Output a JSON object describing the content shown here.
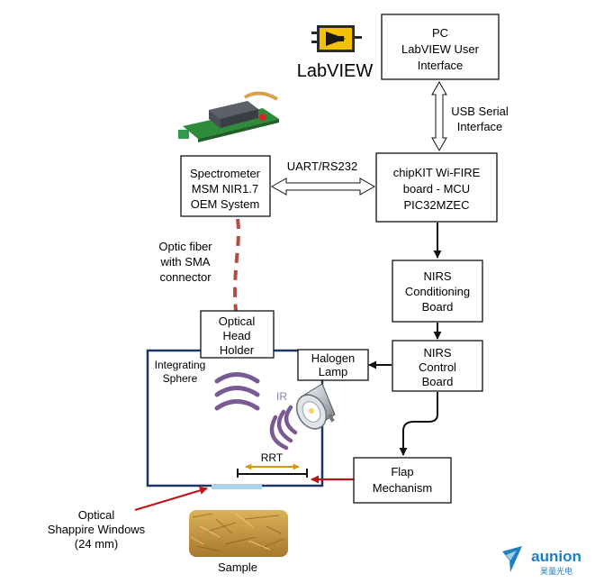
{
  "labview": {
    "logo_text": "LabVIEW",
    "icon": "labview-logo-icon"
  },
  "boxes": {
    "pc": [
      "PC",
      "LabVIEW User",
      "Interface"
    ],
    "mcu": [
      "chipKIT Wi-FIRE",
      "board - MCU",
      "PIC32MZEC"
    ],
    "spectrometer": [
      "Spectrometer",
      "MSM NIR1.7",
      "OEM System"
    ],
    "conditioning": [
      "NIRS",
      "Conditioning",
      "Board"
    ],
    "control": [
      "NIRS",
      "Control",
      "Board"
    ],
    "head_holder": [
      "Optical",
      "Head",
      "Holder"
    ],
    "halogen": [
      "Halogen",
      "Lamp"
    ],
    "flap": [
      "Flap",
      "Mechanism"
    ]
  },
  "labels": {
    "usb": [
      "USB Serial",
      "Interface"
    ],
    "uart": "UART/RS232",
    "fiber": [
      "Optic fiber",
      "with SMA",
      "connector"
    ],
    "sphere": [
      "Integrating",
      "Sphere"
    ],
    "ir": "IR",
    "rrt": "RRT",
    "window": [
      "Optical",
      "Shappire Windows",
      "(24 mm)"
    ],
    "sample": "Sample"
  },
  "brand": {
    "name": "aunion",
    "sub": "昊量光电",
    "icon": "aunion-logo-icon"
  },
  "colors": {
    "sphere_outline": "#1a3566",
    "fiber": "#b54b45",
    "red_arrow": "#c0141c",
    "arc": "#7a5a94",
    "rrt_arrow": "#d8940a",
    "window": "#a9d4ee",
    "brand": "#1f7fc1"
  }
}
